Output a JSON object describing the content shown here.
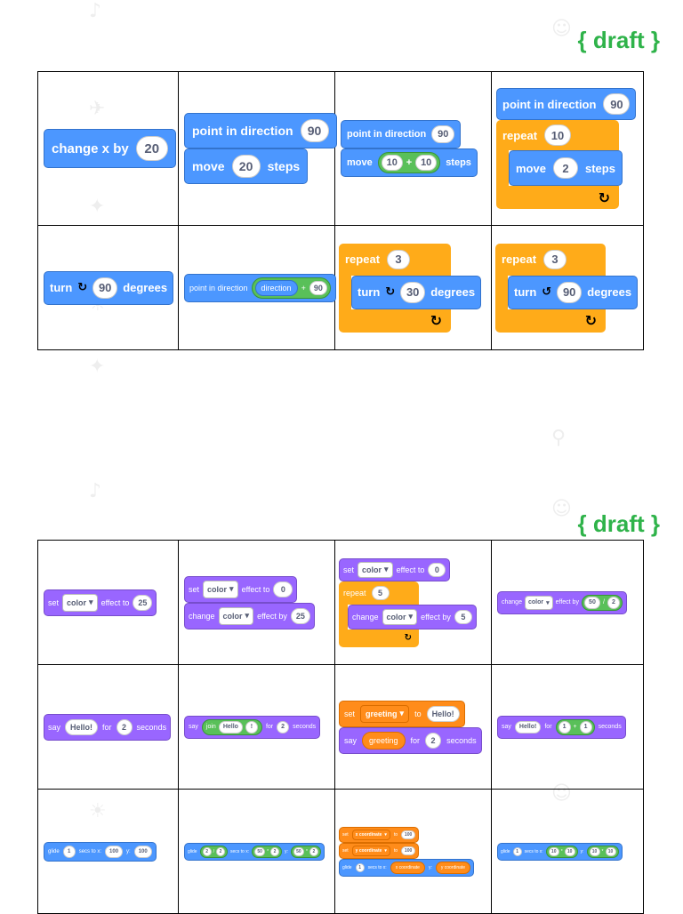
{
  "draft_label": "{ draft }",
  "page1": {
    "row1": {
      "c1": {
        "label": "change x by",
        "value": "20"
      },
      "c2": {
        "b1_label": "point in direction",
        "b1_value": "90",
        "b2_pre": "move",
        "b2_value": "20",
        "b2_post": "steps"
      },
      "c3": {
        "b1_label": "point in direction",
        "b1_value": "90",
        "b2_pre": "move",
        "op_a": "10",
        "op_sym": "+",
        "op_b": "10",
        "b2_post": "steps"
      },
      "c4": {
        "b1_label": "point in direction",
        "b1_value": "90",
        "repeat_label": "repeat",
        "repeat_value": "10",
        "inner_pre": "move",
        "inner_value": "2",
        "inner_post": "steps"
      }
    },
    "row2": {
      "c1": {
        "pre": "turn",
        "value": "90",
        "post": "degrees"
      },
      "c2": {
        "label": "point in direction",
        "var": "direction",
        "op_sym": "+",
        "value": "90"
      },
      "c3": {
        "repeat_label": "repeat",
        "repeat_value": "3",
        "inner_pre": "turn",
        "inner_value": "30",
        "inner_post": "degrees"
      },
      "c4": {
        "repeat_label": "repeat",
        "repeat_value": "3",
        "inner_pre": "turn",
        "inner_value": "90",
        "inner_post": "degrees"
      }
    }
  },
  "page2": {
    "row1": {
      "c1": {
        "pre": "set",
        "drop": "color",
        "mid": "effect to",
        "value": "25"
      },
      "c2": {
        "b1_pre": "set",
        "b1_drop": "color",
        "b1_mid": "effect to",
        "b1_value": "0",
        "b2_pre": "change",
        "b2_drop": "color",
        "b2_mid": "effect by",
        "b2_value": "25"
      },
      "c3": {
        "b1_pre": "set",
        "b1_drop": "color",
        "b1_mid": "effect to",
        "b1_value": "0",
        "repeat_label": "repeat",
        "repeat_value": "5",
        "inner_pre": "change",
        "inner_drop": "color",
        "inner_mid": "effect by",
        "inner_value": "5"
      },
      "c4": {
        "pre": "change",
        "drop": "color",
        "mid": "effect by",
        "op_a": "50",
        "op_sym": "/",
        "op_b": "2"
      }
    },
    "row2": {
      "c1": {
        "pre": "say",
        "text": "Hello!",
        "mid": "for",
        "value": "2",
        "post": "seconds"
      },
      "c2": {
        "pre": "say",
        "join": "join",
        "join_a": "Hello",
        "join_b": "!",
        "mid": "for",
        "value": "2",
        "post": "seconds"
      },
      "c3": {
        "b1_pre": "set",
        "b1_drop": "greeting",
        "b1_mid": "to",
        "b1_value": "Hello!",
        "b2_pre": "say",
        "b2_var": "greeting",
        "b2_mid": "for",
        "b2_value": "2",
        "b2_post": "seconds"
      },
      "c4": {
        "pre": "say",
        "text": "Hello!",
        "mid": "for",
        "op_a": "1",
        "op_sym": "+",
        "op_b": "1",
        "post": "seconds"
      }
    },
    "row3": {
      "c1": {
        "pre": "glide",
        "secs": "1",
        "mid": "secs to x:",
        "x": "100",
        "ylabel": "y:",
        "y": "100"
      },
      "c2": {
        "pre": "glide",
        "op1_a": "2",
        "op1_sym": "/",
        "op1_b": "2",
        "mid": "secs to x:",
        "op2_a": "50",
        "op2_sym": "*",
        "op2_b": "2",
        "ylabel": "y:",
        "op3_a": "50",
        "op3_sym": "*",
        "op3_b": "2"
      },
      "c3": {
        "b1_pre": "set",
        "b1_drop": "x coordinate",
        "b1_mid": "to",
        "b1_value": "100",
        "b2_pre": "set",
        "b2_drop": "y coordinate",
        "b2_mid": "to",
        "b2_value": "100",
        "b3_pre": "glide",
        "b3_secs": "1",
        "b3_mid": "secs to x:",
        "b3_xvar": "x coordinate",
        "b3_ylabel": "y:",
        "b3_yvar": "y coordinate"
      },
      "c4": {
        "pre": "glide",
        "secs": "1",
        "mid": "secs to x:",
        "op1_a": "10",
        "op1_sym": "*",
        "op1_b": "10",
        "ylabel": "y:",
        "op2_a": "10",
        "op2_sym": "*",
        "op2_b": "10"
      }
    }
  }
}
